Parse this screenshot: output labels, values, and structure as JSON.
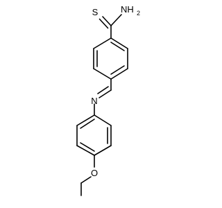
{
  "molecule": {
    "atoms": {
      "sulfur": "S",
      "amide_nitrogen": "NH",
      "amide_hydrogen_count": "2",
      "imine_nitrogen": "N",
      "ether_oxygen": "O"
    },
    "colors": {
      "bond": "#000000",
      "background": "#ffffff"
    }
  }
}
